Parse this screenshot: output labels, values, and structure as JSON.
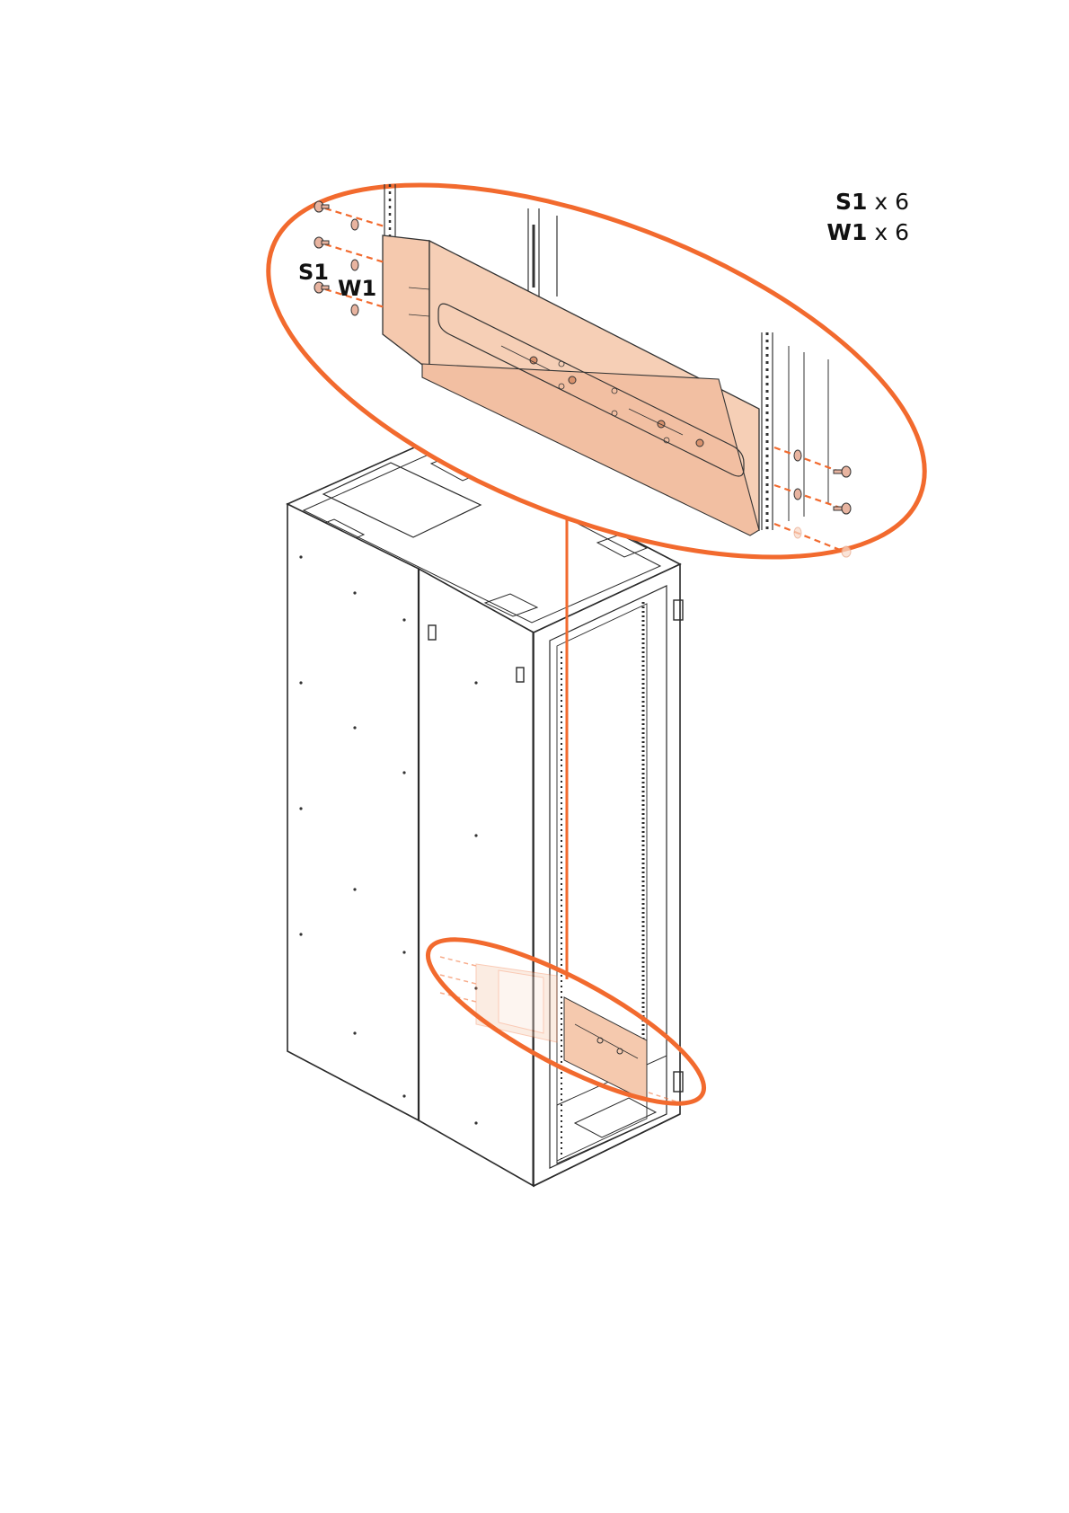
{
  "parts_list": {
    "screw": {
      "code": "S1",
      "qty": "x 6"
    },
    "washer": {
      "code": "W1",
      "qty": "x 6"
    }
  },
  "callouts": {
    "screw": "S1",
    "washer": "W1"
  },
  "colors": {
    "highlight": "#F26A2E",
    "part_fill": "#F5C9AE",
    "outline": "#333333"
  },
  "icons": [
    "screw-icon",
    "washer-icon"
  ]
}
